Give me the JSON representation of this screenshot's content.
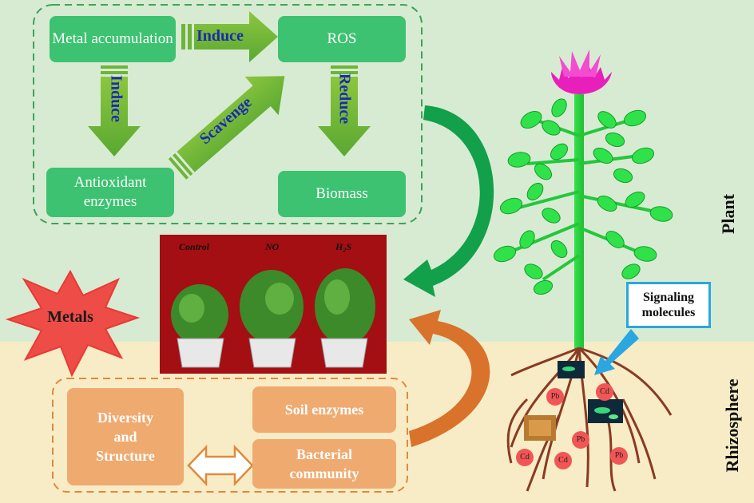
{
  "top_boxes": {
    "metal_accumulation": "Metal accumulation",
    "ros": "ROS",
    "antioxidant_enzymes": "Antioxidant enzymes",
    "biomass": "Biomass"
  },
  "arrow_labels": {
    "induce_horizontal": "Induce",
    "induce_vertical": "Induce",
    "scavenge": "Scavenge",
    "reduce": "Reduce"
  },
  "metals_burst": "Metals",
  "photo_labels": {
    "control": "Control",
    "no": "NO",
    "h2s": "H₂S"
  },
  "bottom_boxes": {
    "diversity": "Diversity and Structure",
    "soil_enzymes": "Soil enzymes",
    "bacterial_community": "Bacterial community"
  },
  "signaling_molecules": "Signaling molecules",
  "side_labels": {
    "plant": "Plant",
    "rhizosphere": "Rhizosphere"
  },
  "root_metals": [
    "Pb",
    "Cd",
    "Pb",
    "Cd",
    "Cd",
    "Pb"
  ],
  "colors": {
    "plant_bg": "#d7ebd2",
    "rhizosphere_bg": "#f8ecc6",
    "green_box": "#3cc270",
    "orange_box": "#efaa70",
    "arrow_label": "#1a2bb0"
  }
}
